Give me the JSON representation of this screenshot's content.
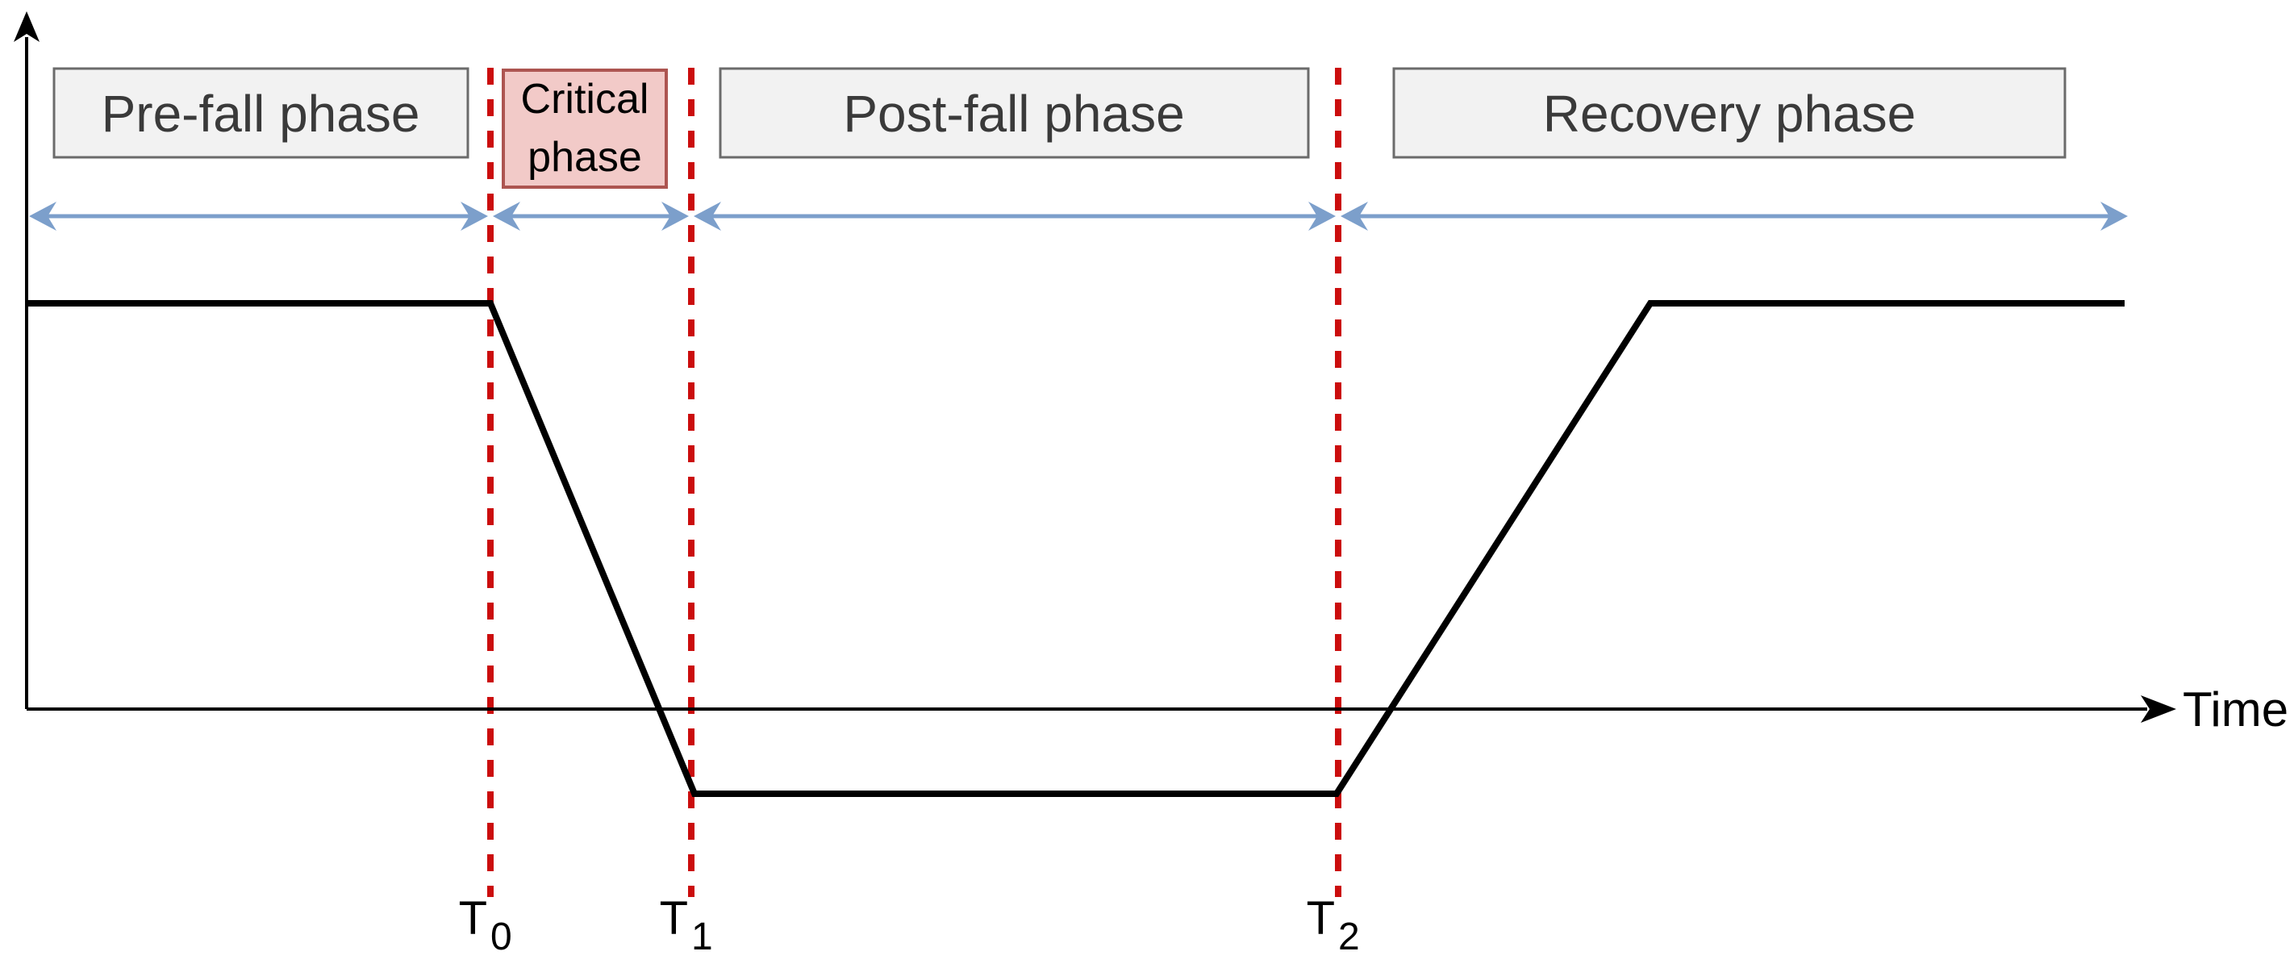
{
  "diagram": {
    "title_semantic": "Fall event phases timeline",
    "axes": {
      "x_label": "Time"
    },
    "phases": [
      {
        "id": "pre-fall",
        "label": "Pre-fall phase"
      },
      {
        "id": "critical",
        "label_lines": [
          "Critical",
          "phase"
        ]
      },
      {
        "id": "post-fall",
        "label": "Post-fall phase"
      },
      {
        "id": "recovery",
        "label": "Recovery phase"
      }
    ],
    "time_markers": [
      {
        "id": "t0",
        "base": "T",
        "sub": "0"
      },
      {
        "id": "t1",
        "base": "T",
        "sub": "1"
      },
      {
        "id": "t2",
        "base": "T",
        "sub": "2"
      }
    ],
    "signal_shape": "high until T0, falls T0 to T1, low until T2, rises after T2 back to high",
    "colors": {
      "phase_box_fill": "#F2F2F2",
      "phase_box_border": "#6B6B6B",
      "phase_box_text": "#3A3A3A",
      "critical_box_fill": "#F2CAC8",
      "critical_box_border": "#AD5551",
      "critical_box_text": "#000000",
      "event_marker_red": "#CB0D0D",
      "duration_arrow_blue": "#7C9FCB",
      "signal_black": "#000000",
      "background": "#FFFFFF"
    }
  }
}
